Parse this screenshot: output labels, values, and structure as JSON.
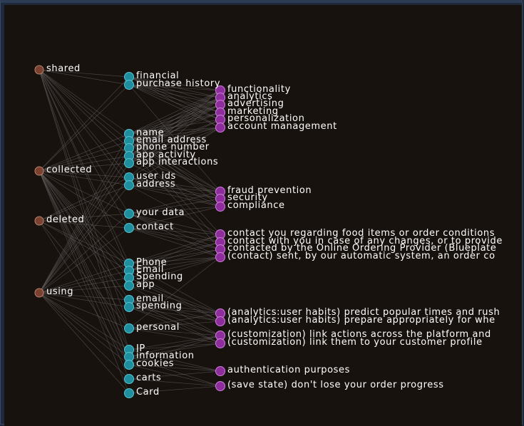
{
  "colors": {
    "background": "#17120e",
    "source_node": "#7a4030",
    "data_node": "#1f8e9e",
    "purpose_node": "#8e2e9c",
    "edge": "#6e6a6a",
    "label": "#ffffff"
  },
  "graph": {
    "sources": [
      {
        "id": "shared",
        "label": "shared"
      },
      {
        "id": "collected",
        "label": "collected"
      },
      {
        "id": "deleted",
        "label": "deleted"
      },
      {
        "id": "using",
        "label": "using"
      }
    ],
    "data_types": [
      {
        "id": "financial",
        "label": "financial"
      },
      {
        "id": "purchase_history",
        "label": "purchase history"
      },
      {
        "id": "name",
        "label": "name"
      },
      {
        "id": "email_address",
        "label": "email address"
      },
      {
        "id": "phone_number",
        "label": "phone number"
      },
      {
        "id": "app_activity",
        "label": "app activity"
      },
      {
        "id": "app_interactions",
        "label": "app interactions"
      },
      {
        "id": "user_ids",
        "label": "user ids"
      },
      {
        "id": "address",
        "label": "address"
      },
      {
        "id": "your_data",
        "label": "your data"
      },
      {
        "id": "contact",
        "label": "contact"
      },
      {
        "id": "Phone",
        "label": "Phone"
      },
      {
        "id": "Email",
        "label": "Email"
      },
      {
        "id": "Spending",
        "label": "Spending"
      },
      {
        "id": "app",
        "label": "app"
      },
      {
        "id": "email",
        "label": "email"
      },
      {
        "id": "spending",
        "label": "spending"
      },
      {
        "id": "personal",
        "label": "personal"
      },
      {
        "id": "IP",
        "label": "IP"
      },
      {
        "id": "information",
        "label": "information"
      },
      {
        "id": "cookies",
        "label": "cookies"
      },
      {
        "id": "carts",
        "label": "carts"
      },
      {
        "id": "Card",
        "label": "Card"
      }
    ],
    "purposes": [
      {
        "id": "functionality",
        "label": "functionality"
      },
      {
        "id": "analytics",
        "label": "analytics"
      },
      {
        "id": "advertising",
        "label": "advertising"
      },
      {
        "id": "marketing",
        "label": "marketing"
      },
      {
        "id": "personalization",
        "label": "personalization"
      },
      {
        "id": "account_management",
        "label": "account management"
      },
      {
        "id": "fraud_prevention",
        "label": "fraud prevention"
      },
      {
        "id": "security",
        "label": "security"
      },
      {
        "id": "compliance",
        "label": "compliance"
      },
      {
        "id": "contact_food",
        "label": "contact you regarding food items or order conditions"
      },
      {
        "id": "contact_changes",
        "label": "contact with you in case of any changes, or to provide"
      },
      {
        "id": "contact_blueplate",
        "label": "contacted by the Online Ordering Provider (Blueplate"
      },
      {
        "id": "contact_auto",
        "label": "(contact) sent, by our automatic system, an order co"
      },
      {
        "id": "analytics_predict",
        "label": "(analytics:user habits) predict popular times and rush"
      },
      {
        "id": "analytics_prepare",
        "label": "(analytics:user habits)  prepare appropriately for whe"
      },
      {
        "id": "custom_link",
        "label": "(customization) link actions across the platform and"
      },
      {
        "id": "custom_profile",
        "label": "(customization) link them to your customer profile"
      },
      {
        "id": "auth",
        "label": "authentication purposes"
      },
      {
        "id": "save_state",
        "label": "(save state) don't lose your order progress"
      }
    ]
  }
}
